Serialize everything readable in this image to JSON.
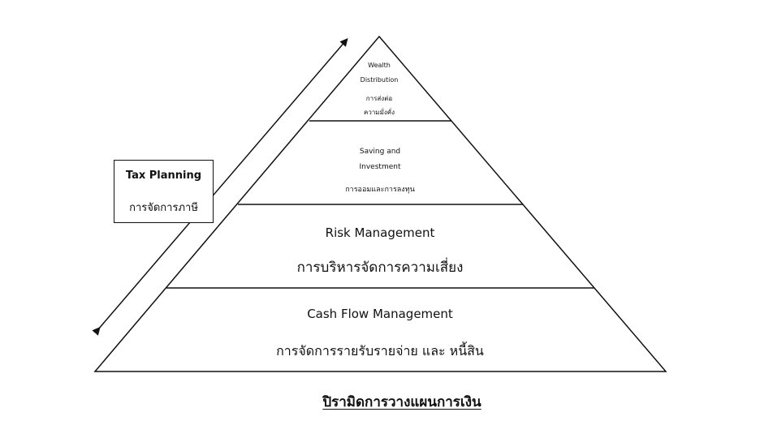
{
  "tax_planning": {
    "title": "Tax Planning",
    "subtitle": "การจัดการภาษี"
  },
  "tiers": [
    {
      "name_line1": "Wealth",
      "name_line2": "Distribution",
      "thai_line1": "การส่งต่อ",
      "thai_line2": "ความมั่งคั่ง"
    },
    {
      "name_line1": "Saving and",
      "name_line2": "Investment",
      "thai": "การออมและการลงทุน"
    },
    {
      "name": "Risk Management",
      "thai": "การบริหารจัดการความเสี่ยง"
    },
    {
      "name": "Cash Flow Management",
      "thai": "การจัดการรายรับรายจ่าย และ หนี้สิน"
    }
  ],
  "caption": "ปิรามิดการวางแผนการเงิน",
  "colors": {
    "line": "#111111",
    "background": "#ffffff"
  }
}
